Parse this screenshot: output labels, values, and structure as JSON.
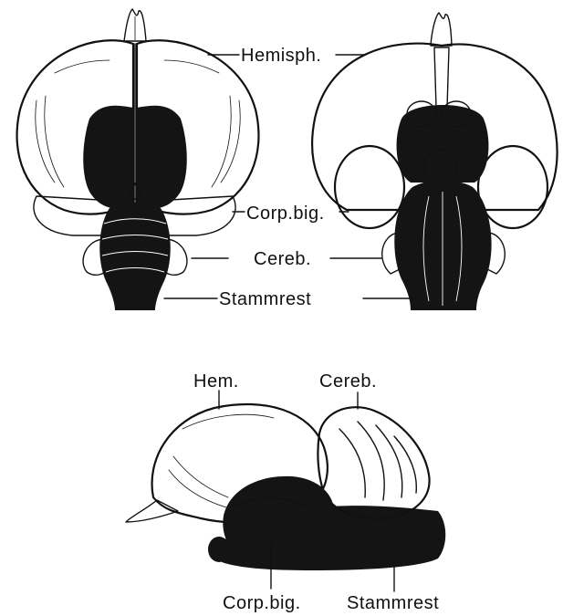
{
  "labels": {
    "hemisph": "Hemisph.",
    "corp_big_top": "Corp.big.",
    "cereb_top": "Cereb.",
    "stammrest_top": "Stammrest",
    "hem": "Hem.",
    "cereb_bottom": "Cereb.",
    "corp_big_bottom": "Corp.big.",
    "stammrest_bottom": "Stammrest"
  },
  "colors": {
    "ink": "#111111",
    "paper": "#ffffff",
    "dark_region": "#141414"
  }
}
